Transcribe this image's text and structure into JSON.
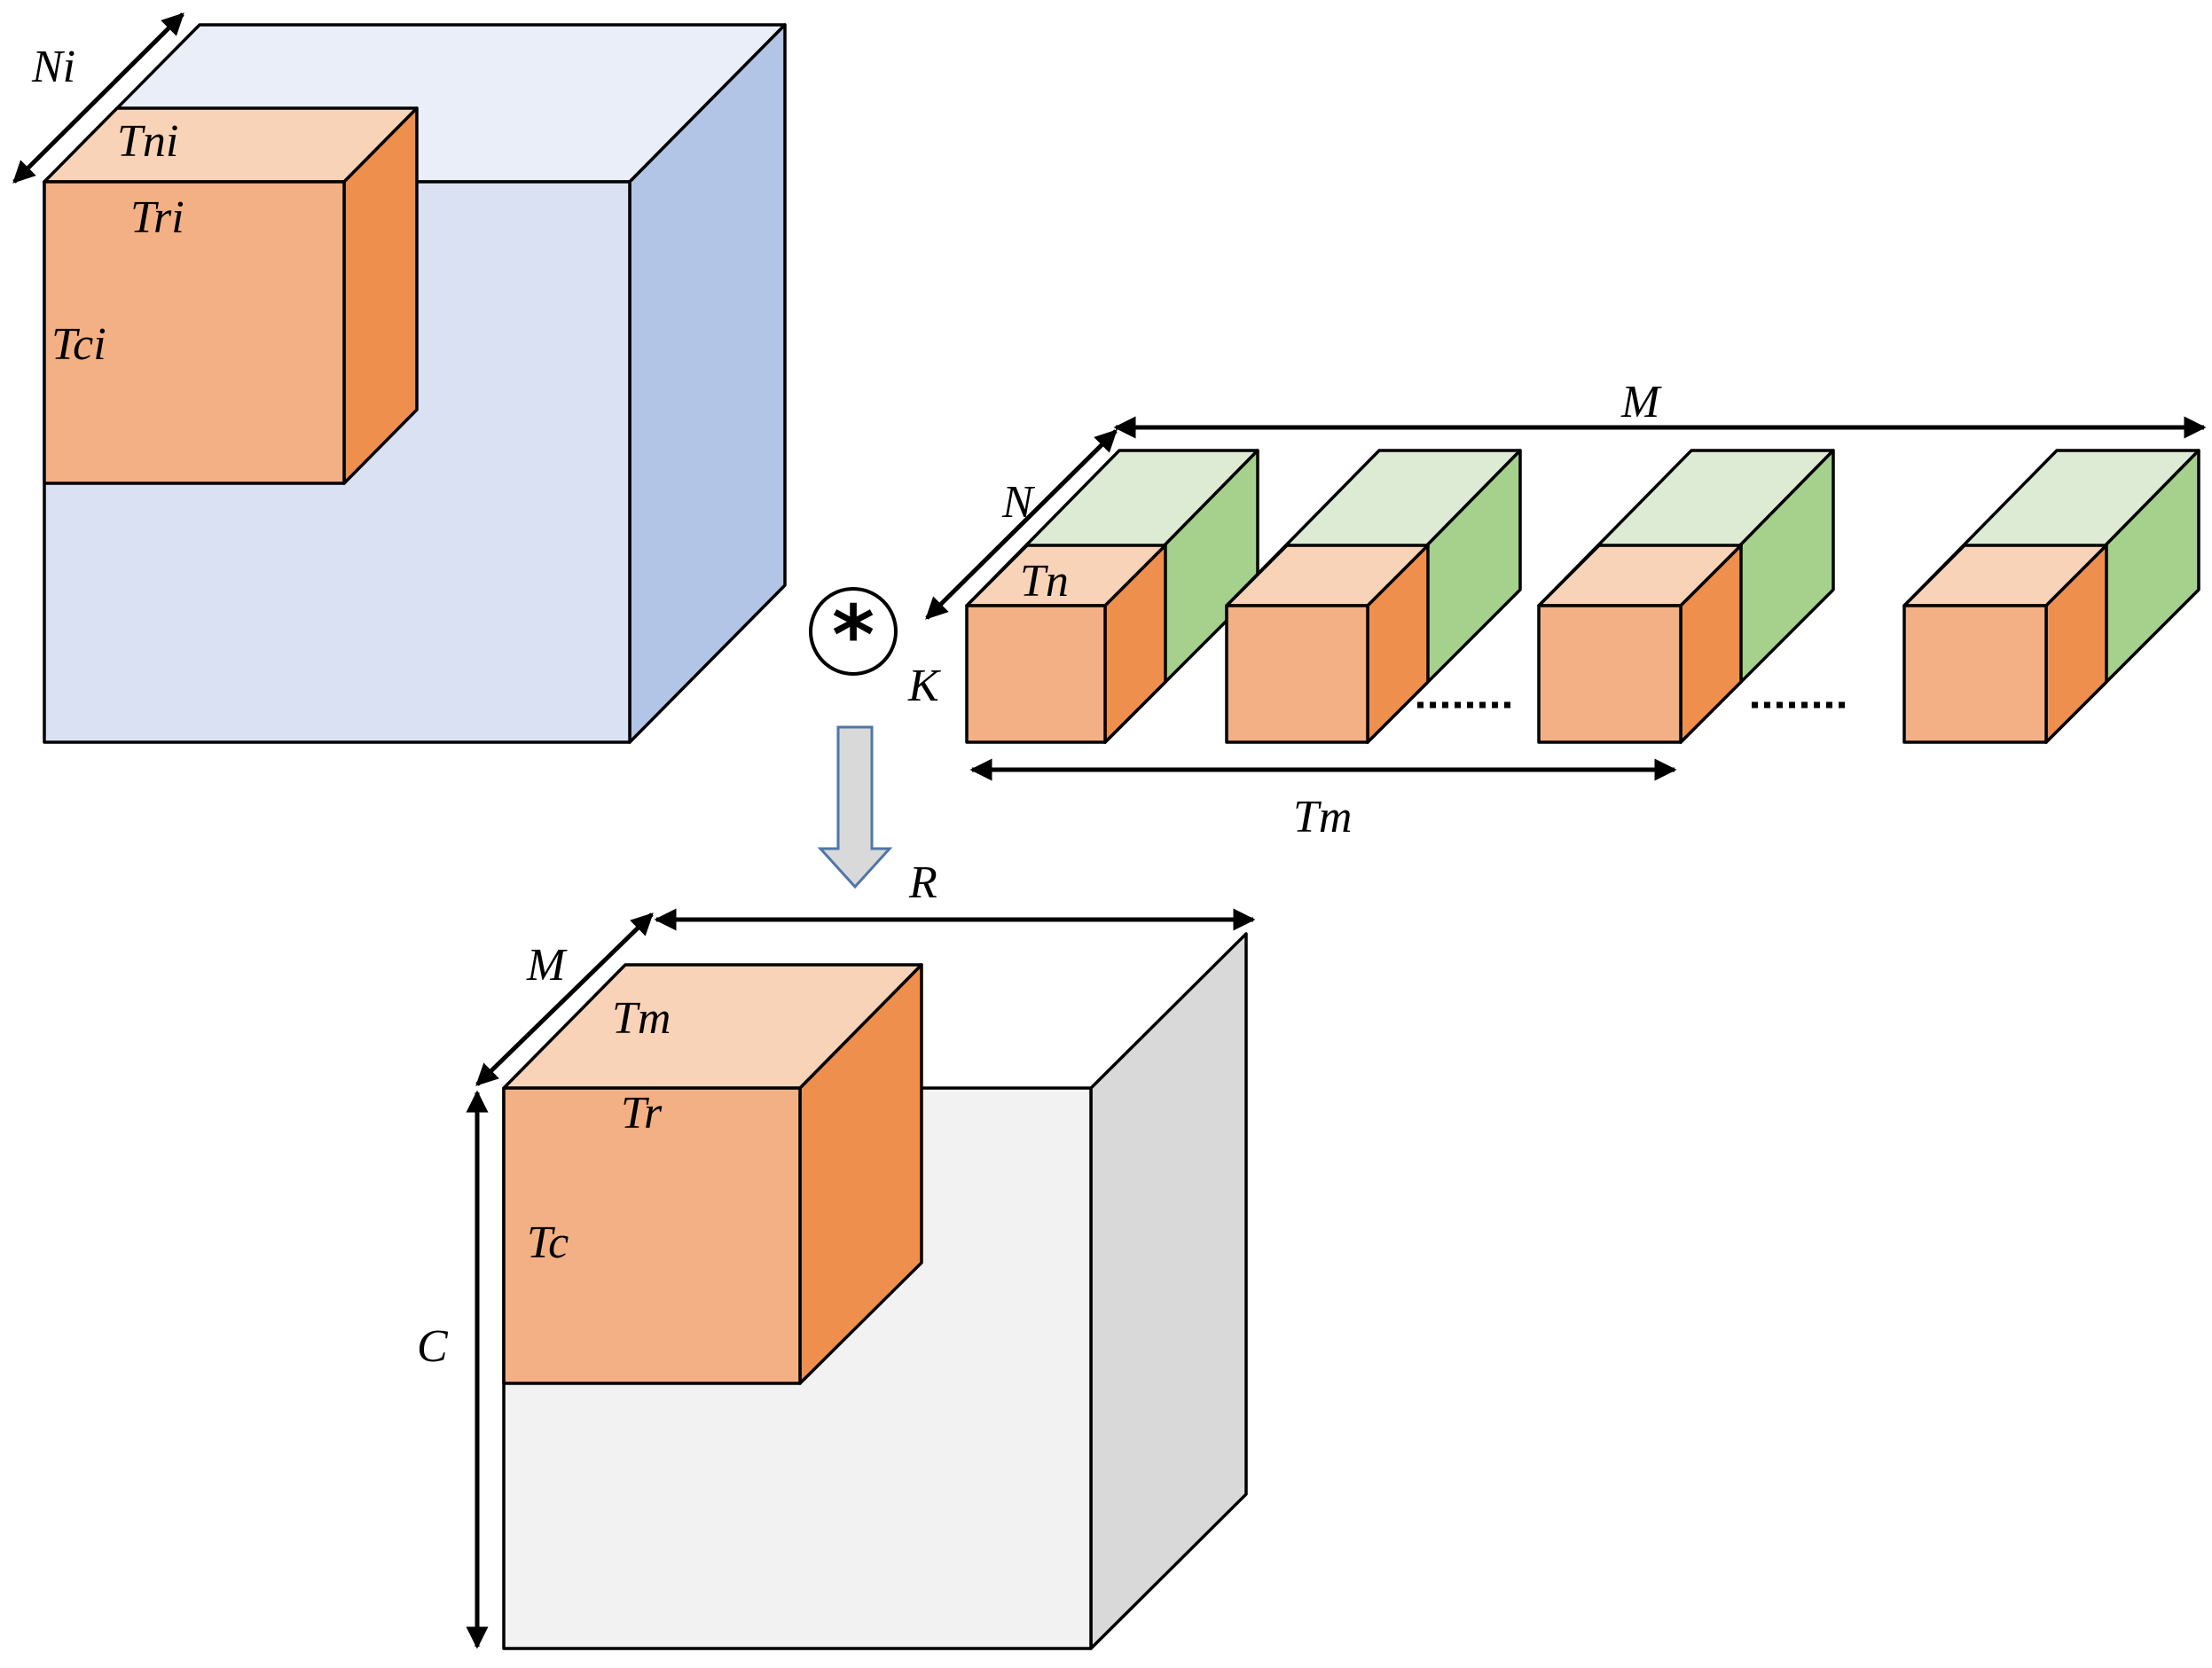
{
  "colors": {
    "input_front": "#dae1f3",
    "input_top": "#e9eef9",
    "input_side": "#b3c5e6",
    "tile_front": "#f3b084",
    "tile_top": "#f9d3b8",
    "tile_side": "#ef8f4e",
    "kernel_top": "#ddebd4",
    "kernel_side": "#a6d18d",
    "output_front": "#f2f2f2",
    "output_side": "#d9d9d9",
    "arrow_fill": "#d9d9d9",
    "arrow_stroke": "#4f76a8"
  },
  "icons": {
    "convolution": "circled-asterisk-icon",
    "flow": "down-arrow-icon"
  },
  "input_cube": {
    "depth_label": "Ni",
    "tile_depth_label": "Tni",
    "tile_width_label": "Tri",
    "tile_height_label": "Tci"
  },
  "operator": {
    "symbol": "*"
  },
  "kernels": {
    "count_label": "M",
    "depth_label": "N",
    "tile_depth_label": "Tn",
    "height_label": "K",
    "group_label": "Tm",
    "ellipsis_1": "......",
    "ellipsis_2": "......"
  },
  "output_cube": {
    "width_label": "R",
    "depth_label": "M",
    "height_label": "C",
    "tile_depth_label": "Tm",
    "tile_width_label": "Tr",
    "tile_height_label": "Tc"
  }
}
